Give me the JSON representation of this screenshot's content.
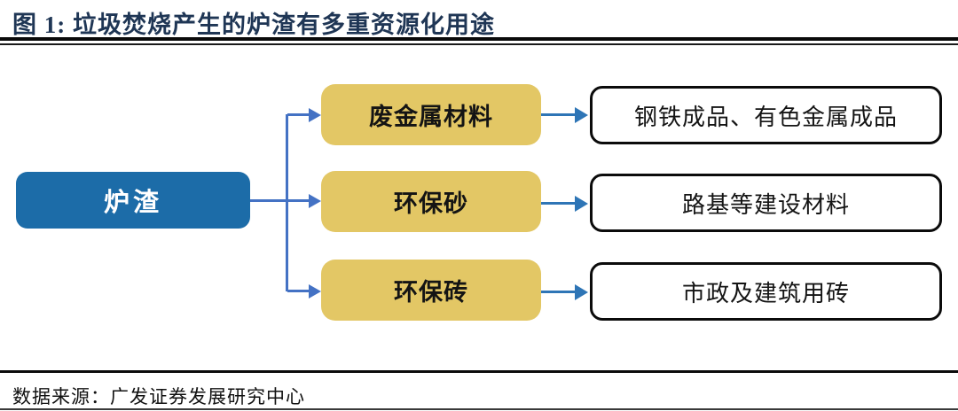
{
  "figure": {
    "title": "图 1:  垃圾焚烧产生的炉渣有多重资源化用途",
    "source": "数据来源：广发证券发展研究中心"
  },
  "diagram": {
    "root": {
      "label": "炉渣"
    },
    "branches": [
      {
        "category": "废金属材料",
        "outcome": "钢铁成品、有色金属成品"
      },
      {
        "category": "环保砂",
        "outcome": "路基等建设材料"
      },
      {
        "category": "环保砖",
        "outcome": "市政及建筑用砖"
      }
    ]
  },
  "colors": {
    "title_text": "#1F3655",
    "root_fill": "#1C6CA8",
    "category_fill": "#E3C765",
    "outcome_border": "#0B0B0B",
    "connector_left": "#4472C4",
    "connector_right": "#2E75B6"
  }
}
